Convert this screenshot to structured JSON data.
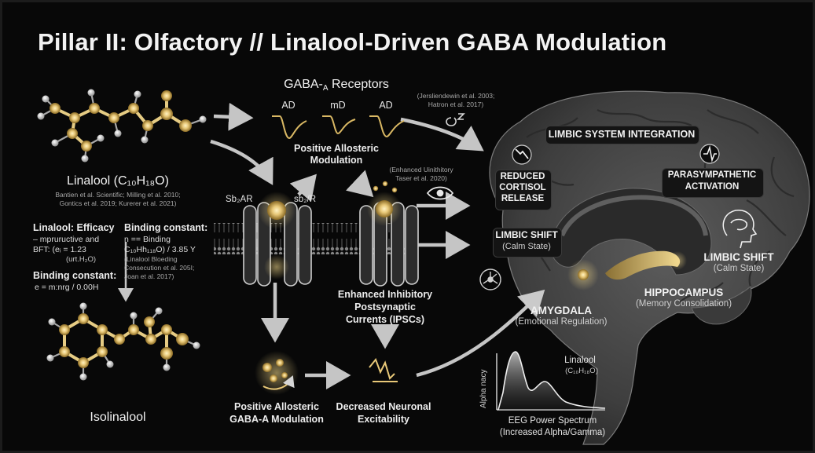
{
  "title": "Pillar II: Olfactory // Linalool-Driven GABA Modulation",
  "left": {
    "linalool_title": "Linalool (C₁₀H₁₈O)",
    "linalool_refs": [
      "Bantien et al. Scientific; Milling et al. 2010;",
      "Gontics et al. 2019; Kurerer et al. 2021)"
    ],
    "efficacy_title": "Linalool: Efficacy",
    "efficacy_lines": [
      "– mpruructive and",
      "BFT: (eᵢ = 1.23",
      "(urt.H₂O)"
    ],
    "binding1_title": "Binding constant:",
    "binding1_line": "e = m:nrg / 0.00H",
    "binding2_title": "Binding constant:",
    "binding2_lines": [
      "n == Binding",
      "C₁₀Hh₁₁₈O) / 3.85 Y",
      "(Linalool Bloeding",
      "Consecution et al. 205I;",
      "Joan et al. 2017)"
    ],
    "isolinalool": "Isolinalool"
  },
  "receptors": {
    "title": "GABA-A Receptors",
    "title_main": "GABA-",
    "title_sub": "A",
    "title_tail": " Receptors",
    "traces": [
      "AD",
      "mD",
      "AD"
    ],
    "refs1": [
      "(Jersliendewin et al. 2003;",
      "Hatron et al. 2017)"
    ],
    "pam_label": [
      "Positive Allosteric",
      "Modulation"
    ],
    "refs2": [
      "(Enhanced Uinithitory",
      "Taser et al. 2020)"
    ],
    "left_label": "Sb₂AR",
    "right_label": "sb₂/R",
    "ipsc_label": [
      "Enhanced Inhibitory",
      "Postsynaptic",
      "Currents (IPSCs)"
    ]
  },
  "bottom": {
    "pam_label": [
      "Positive Allosteric",
      "GABA-A Modulation"
    ],
    "excitability_label": [
      "Decreased Neuronal",
      "Excitability"
    ],
    "eeg_series": "Linalool",
    "eeg_formula": "(C₁₀H₁₈O)",
    "eeg_ylabel": "Alpha nacy",
    "eeg_caption": [
      "EEG Power Spectrum",
      "(Increased Alpha/Gamma)"
    ]
  },
  "brain": {
    "limbic_integration": "LIMBIC SYSTEM INTEGRATION",
    "reduced_cortisol": [
      "REDUCED",
      "CORTISOL",
      "RELEASE"
    ],
    "parasympathetic": [
      "PARASYMPATHETIC",
      "ACTIVATION"
    ],
    "limbic_shift_1": [
      "LIMBIC SHIFT",
      "(Calm State)"
    ],
    "limbic_shift_2": [
      "LIMBIC SHIFT",
      "(Calm State)"
    ],
    "hippocampus": [
      "HIPPOCAMPUS",
      "(Memory Consolidation)"
    ],
    "amygdala": [
      "AMYGDALA",
      "(Emotional Regulation)"
    ]
  },
  "colors": {
    "gold": "#e8c878",
    "background": "#080808",
    "brain_gray": "#5c5c5c",
    "arrow": "#d6d6d6"
  },
  "icons": [
    "down-trend-arrow-icon",
    "parasympathetic-icon",
    "head-brain-icon",
    "neuron-icon",
    "eye-icon",
    "sleep-icon",
    "signal-decrease-icon"
  ]
}
